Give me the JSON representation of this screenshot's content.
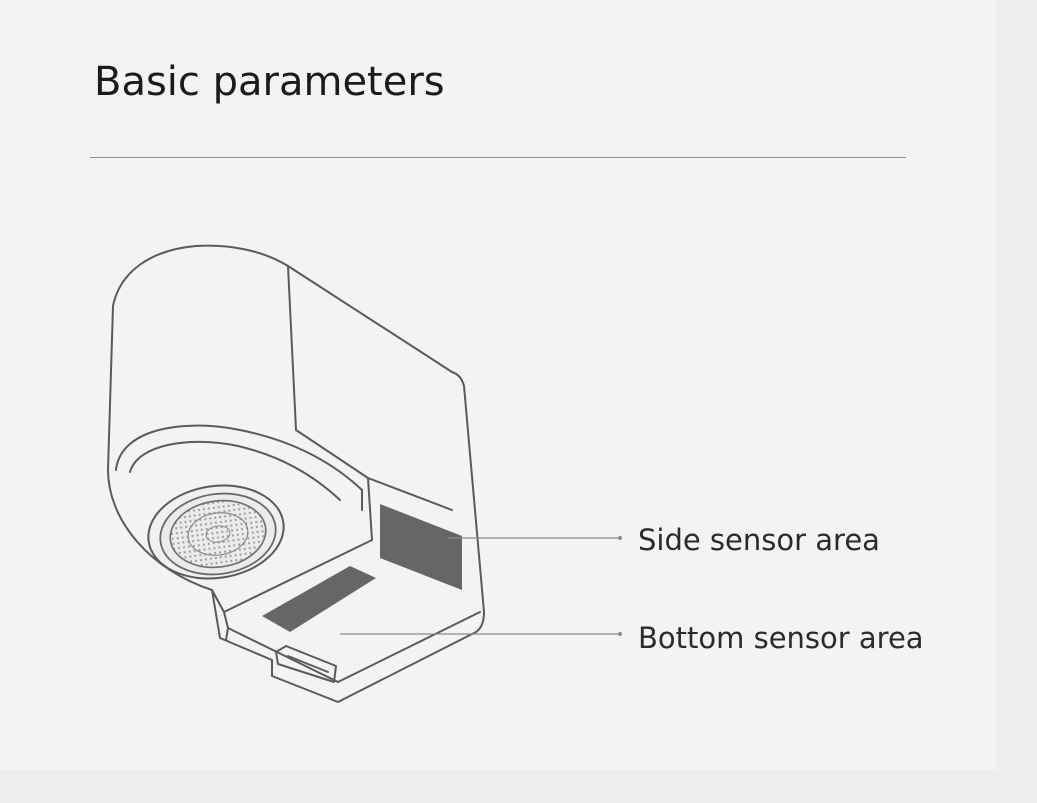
{
  "header": {
    "title": "Basic parameters"
  },
  "callouts": {
    "side_sensor": "Side sensor area",
    "bottom_sensor": "Bottom sensor area"
  },
  "colors": {
    "background": "#f2f3f5",
    "outline": "#555555",
    "sensor": "#666666",
    "text": "#1b1b1b"
  }
}
